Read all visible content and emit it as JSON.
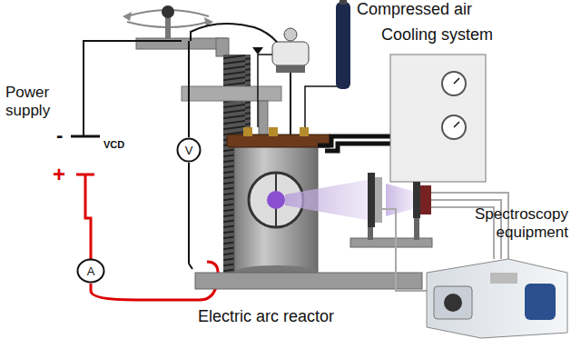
{
  "diagram": {
    "nodes": [
      {
        "text": [
          "V"
        ]
      },
      {
        "text": [
          "A"
        ]
      }
    ],
    "labels": [
      "Compressed air",
      "Cooling system",
      "Power supply",
      "-",
      "+",
      "VCD",
      "Spectroscopy equipment",
      "Electric arc reactor"
    ]
  }
}
